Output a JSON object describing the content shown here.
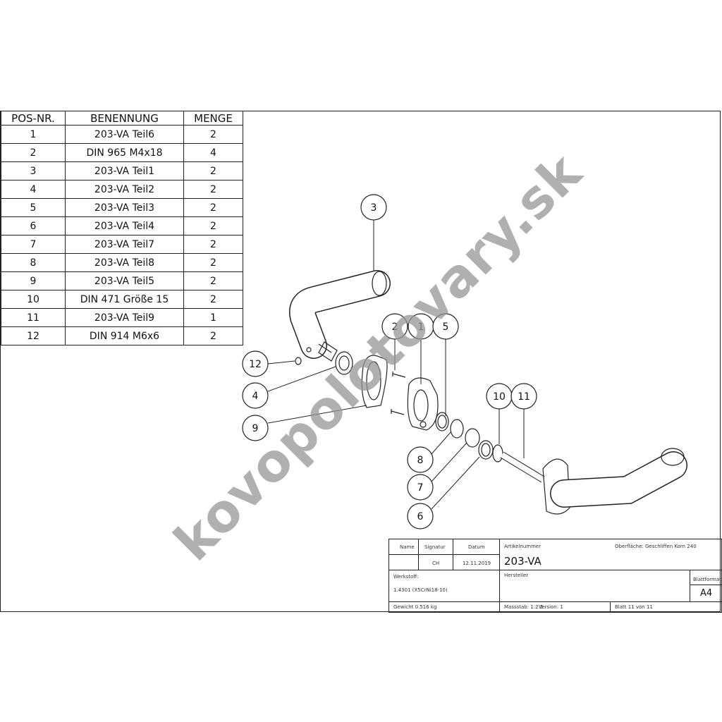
{
  "bom": {
    "headers": [
      "POS-NR.",
      "BENENNUNG",
      "MENGE"
    ],
    "rows": [
      [
        "1",
        "203-VA Teil6",
        "2"
      ],
      [
        "2",
        "DIN 965 M4x18",
        "4"
      ],
      [
        "3",
        "203-VA Teil1",
        "2"
      ],
      [
        "4",
        "203-VA Teil2",
        "2"
      ],
      [
        "5",
        "203-VA Teil3",
        "2"
      ],
      [
        "6",
        "203-VA Teil4",
        "2"
      ],
      [
        "7",
        "203-VA Teil7",
        "2"
      ],
      [
        "8",
        "203-VA Teil8",
        "2"
      ],
      [
        "9",
        "203-VA Teil5",
        "2"
      ],
      [
        "10",
        "DIN 471 Größe 15",
        "2"
      ],
      [
        "11",
        "203-VA Teil9",
        "1"
      ],
      [
        "12",
        "DIN 914 M6x6",
        "2"
      ]
    ]
  },
  "balloons": [
    "3",
    "2",
    "1",
    "5",
    "12",
    "4",
    "9",
    "10",
    "11",
    "8",
    "7",
    "6"
  ],
  "watermark": "kovopolotovary.sk",
  "title_block": {
    "name_label": "Name",
    "signatur_label": "Signatur",
    "datum_label": "Datum",
    "signatur": "CH",
    "datum": "12.11.2019",
    "artikelnummer_label": "Artikelnummer",
    "artikelnummer": "203-VA",
    "oberflaeche": "Oberfläche:  Geschliffen Korn 240",
    "werkstoff_label": "Werkstoff:",
    "werkstoff": "1.4301 (X5CrNi18-10)",
    "hersteller_label": "Hersteller",
    "blattformat_label": "Blattformat",
    "blattformat": "A4",
    "gewicht": "Gewicht 0.516 kg",
    "massstab": "Massstab: 1:2.5",
    "version": "Version: 1",
    "blatt": "Blatt 11 von 11"
  }
}
